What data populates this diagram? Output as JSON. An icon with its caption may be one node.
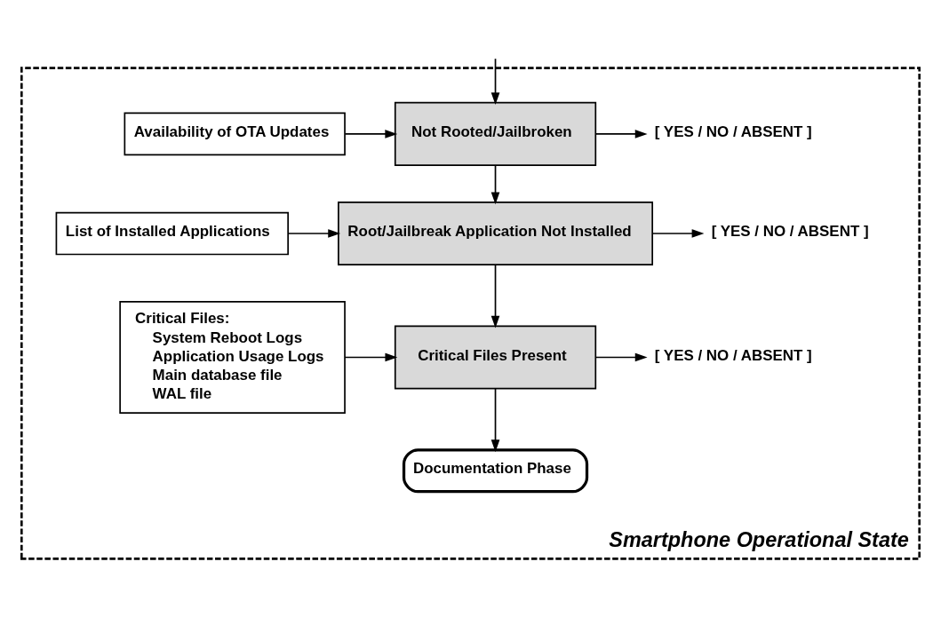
{
  "diagram": {
    "nodes": [
      {
        "text": [
          "Smartphone Operational State"
        ]
      },
      {
        "text": [
          "Availability of OTA Updates"
        ],
        "in": 0
      },
      {
        "text": [
          "Not Rooted/Jailbroken"
        ],
        "in": 0
      },
      {
        "text": [
          "[ YES / NO / ABSENT ]"
        ],
        "in": 0
      },
      {
        "text": [
          "List of Installed Applications"
        ],
        "in": 0
      },
      {
        "text": [
          "Root/Jailbreak Application Not Installed"
        ],
        "in": 0
      },
      {
        "text": [
          "[ YES / NO / ABSENT ]"
        ],
        "in": 0
      },
      {
        "text": [
          "Critical Files:",
          "System Reboot Logs",
          "Application Usage Logs",
          "Main database file",
          "WAL file"
        ],
        "in": 0
      },
      {
        "text": [
          "Critical Files Present"
        ],
        "in": 0
      },
      {
        "text": [
          "[ YES / NO / ABSENT ]"
        ],
        "in": 0
      },
      {
        "text": [
          "Documentation Phase"
        ],
        "in": 0
      }
    ],
    "edges": [
      {
        "from": null,
        "to": 2,
        "arrow": "to"
      },
      {
        "from": 1,
        "to": 2,
        "arrow": "to"
      },
      {
        "from": 2,
        "to": 3,
        "arrow": "to"
      },
      {
        "from": 2,
        "to": 5,
        "arrow": "to"
      },
      {
        "from": 4,
        "to": 5,
        "arrow": "to"
      },
      {
        "from": 5,
        "to": 6,
        "arrow": "to"
      },
      {
        "from": 5,
        "to": 8,
        "arrow": "to"
      },
      {
        "from": 7,
        "to": 8,
        "arrow": "to"
      },
      {
        "from": 8,
        "to": 9,
        "arrow": "to"
      },
      {
        "from": 8,
        "to": 10,
        "arrow": "to"
      }
    ]
  }
}
